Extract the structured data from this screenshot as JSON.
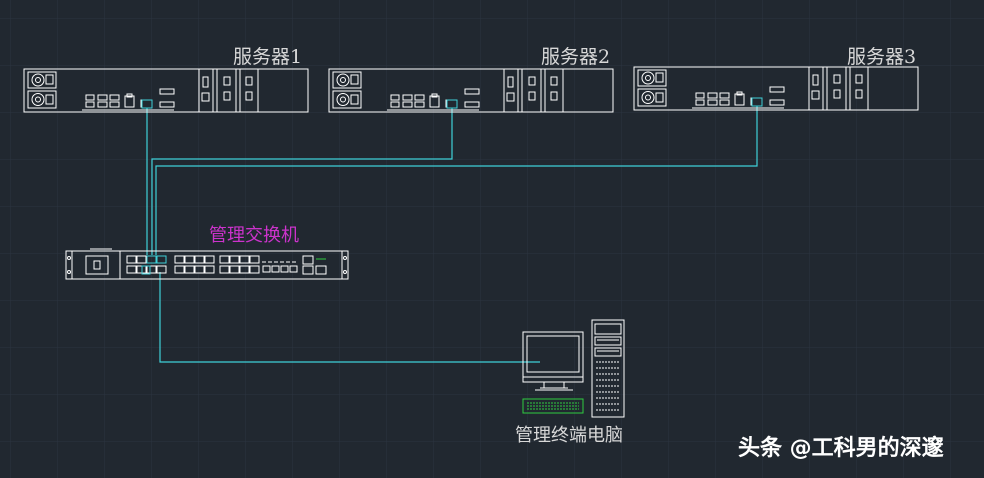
{
  "servers": [
    {
      "label": "服务器1"
    },
    {
      "label": "服务器2"
    },
    {
      "label": "服务器3"
    }
  ],
  "switch": {
    "label": "管理交换机"
  },
  "terminal": {
    "label": "管理终端电脑"
  },
  "watermark": {
    "text": "头条 @工科男的深邃"
  },
  "colors": {
    "background": "#212830",
    "grid": "#2c3440",
    "device_outline": "#ffffff",
    "network_cable": "#3fd0d8",
    "switch_label": "#cc33cc",
    "keyboard": "#2ecc40",
    "text": "#d8d8d8"
  }
}
